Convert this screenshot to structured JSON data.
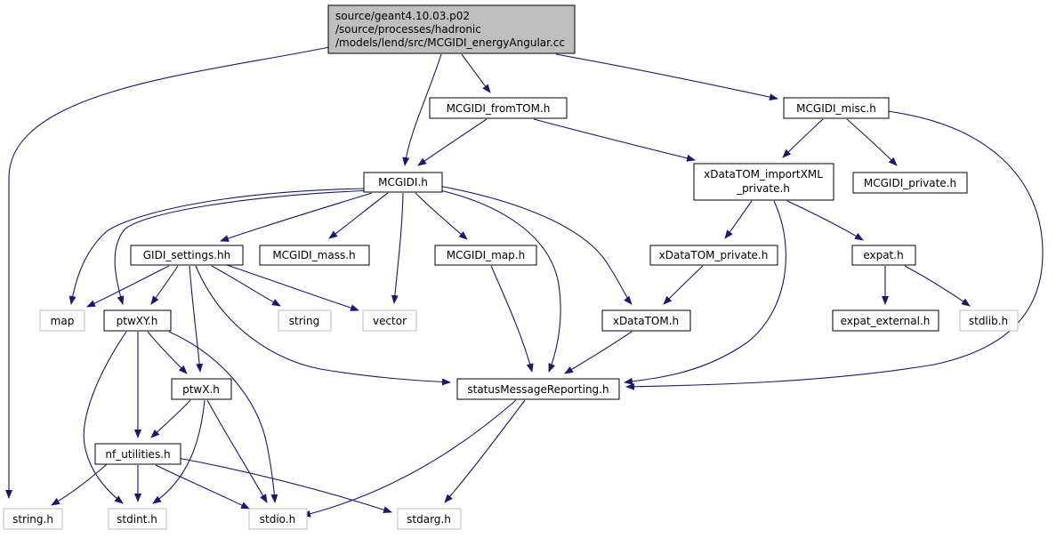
{
  "diagram": {
    "colors": {
      "edge": "#191970",
      "root_fill": "#bfbfbf",
      "node_border": "#000000",
      "external_border": "#bfbfbf",
      "external_text": "#7f7f7f",
      "background": "#ffffff"
    },
    "nodes": {
      "root": {
        "lines": [
          "source/geant4.10.03.p02",
          "/source/processes/hadronic",
          "/models/lend/src/MCGIDI_energyAngular.cc"
        ]
      },
      "mcgidi_fromtom": {
        "lines": [
          "MCGIDI_fromTOM.h"
        ]
      },
      "mcgidi_misc": {
        "lines": [
          "MCGIDI_misc.h"
        ]
      },
      "mcgidi": {
        "lines": [
          "MCGIDI.h"
        ]
      },
      "xdatatom_importxml": {
        "lines": [
          "xDataTOM_importXML",
          "_private.h"
        ]
      },
      "mcgidi_private": {
        "lines": [
          "MCGIDI_private.h"
        ]
      },
      "gidi_settings": {
        "lines": [
          "GIDI_settings.hh"
        ]
      },
      "mcgidi_mass": {
        "lines": [
          "MCGIDI_mass.h"
        ]
      },
      "mcgidi_map": {
        "lines": [
          "MCGIDI_map.h"
        ]
      },
      "xdatatom_private": {
        "lines": [
          "xDataTOM_private.h"
        ]
      },
      "expat": {
        "lines": [
          "expat.h"
        ]
      },
      "map": {
        "lines": [
          "map"
        ]
      },
      "ptwxy": {
        "lines": [
          "ptwXY.h"
        ]
      },
      "string": {
        "lines": [
          "string"
        ]
      },
      "vector": {
        "lines": [
          "vector"
        ]
      },
      "xdatatom": {
        "lines": [
          "xDataTOM.h"
        ]
      },
      "expat_external": {
        "lines": [
          "expat_external.h"
        ]
      },
      "stdlib": {
        "lines": [
          "stdlib.h"
        ]
      },
      "ptwx": {
        "lines": [
          "ptwX.h"
        ]
      },
      "status_msg": {
        "lines": [
          "statusMessageReporting.h"
        ]
      },
      "nf_utilities": {
        "lines": [
          "nf_utilities.h"
        ]
      },
      "string_h": {
        "lines": [
          "string.h"
        ]
      },
      "stdint": {
        "lines": [
          "stdint.h"
        ]
      },
      "stdio": {
        "lines": [
          "stdio.h"
        ]
      },
      "stdarg": {
        "lines": [
          "stdarg.h"
        ]
      }
    },
    "edges": [
      [
        "root",
        "string_h"
      ],
      [
        "root",
        "mcgidi"
      ],
      [
        "root",
        "mcgidi_fromtom"
      ],
      [
        "root",
        "mcgidi_misc"
      ],
      [
        "mcgidi_fromtom",
        "mcgidi"
      ],
      [
        "mcgidi_fromtom",
        "xdatatom_importxml"
      ],
      [
        "mcgidi_misc",
        "xdatatom_importxml"
      ],
      [
        "mcgidi_misc",
        "mcgidi_private"
      ],
      [
        "mcgidi_misc",
        "status_msg"
      ],
      [
        "mcgidi",
        "map"
      ],
      [
        "mcgidi",
        "ptwxy"
      ],
      [
        "mcgidi",
        "gidi_settings"
      ],
      [
        "mcgidi",
        "mcgidi_mass"
      ],
      [
        "mcgidi",
        "vector"
      ],
      [
        "mcgidi",
        "mcgidi_map"
      ],
      [
        "mcgidi",
        "status_msg"
      ],
      [
        "mcgidi",
        "xdatatom"
      ],
      [
        "xdatatom_importxml",
        "xdatatom_private"
      ],
      [
        "xdatatom_importxml",
        "expat"
      ],
      [
        "xdatatom_importxml",
        "status_msg"
      ],
      [
        "gidi_settings",
        "map"
      ],
      [
        "gidi_settings",
        "ptwxy"
      ],
      [
        "gidi_settings",
        "ptwx"
      ],
      [
        "gidi_settings",
        "string"
      ],
      [
        "gidi_settings",
        "vector"
      ],
      [
        "gidi_settings",
        "status_msg"
      ],
      [
        "mcgidi_map",
        "status_msg"
      ],
      [
        "xdatatom_private",
        "xdatatom"
      ],
      [
        "xdatatom",
        "status_msg"
      ],
      [
        "expat",
        "expat_external"
      ],
      [
        "expat",
        "stdlib"
      ],
      [
        "ptwxy",
        "ptwx"
      ],
      [
        "ptwxy",
        "nf_utilities"
      ],
      [
        "ptwxy",
        "stdint"
      ],
      [
        "ptwxy",
        "stdio"
      ],
      [
        "ptwx",
        "nf_utilities"
      ],
      [
        "ptwx",
        "stdint"
      ],
      [
        "ptwx",
        "stdio"
      ],
      [
        "status_msg",
        "stdio"
      ],
      [
        "status_msg",
        "stdarg"
      ],
      [
        "nf_utilities",
        "string_h"
      ],
      [
        "nf_utilities",
        "stdint"
      ],
      [
        "nf_utilities",
        "stdio"
      ],
      [
        "nf_utilities",
        "stdarg"
      ]
    ]
  }
}
